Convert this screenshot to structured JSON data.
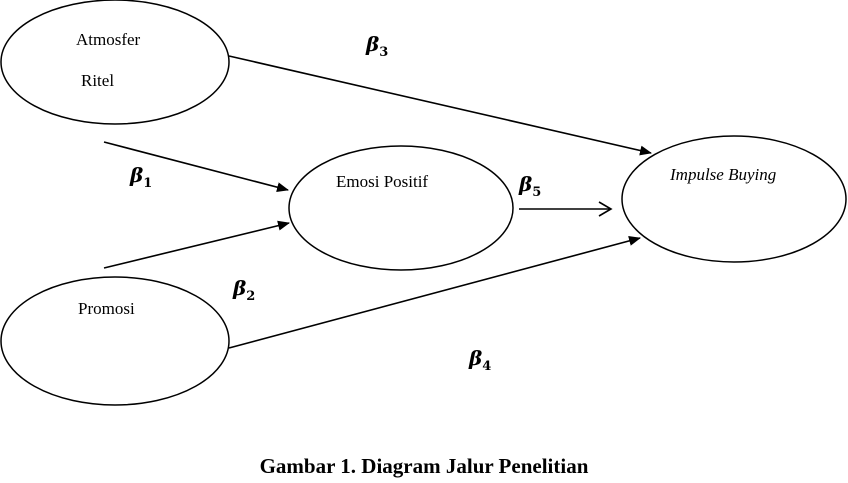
{
  "nodes": {
    "atmosfer_ritel": {
      "line1": "Atmosfer",
      "line2": "Ritel"
    },
    "promosi": {
      "label": "Promosi"
    },
    "emosi_positif": {
      "label": "Emosi Positif"
    },
    "impulse_buying": {
      "label": "Impulse Buying"
    }
  },
  "paths": {
    "b1": {
      "symbol": "β",
      "sub": "1"
    },
    "b2": {
      "symbol": "β",
      "sub": "2"
    },
    "b3": {
      "symbol": "β",
      "sub": "3"
    },
    "b4": {
      "symbol": "β",
      "sub": "4"
    },
    "b5": {
      "symbol": "β",
      "sub": "5"
    }
  },
  "caption": "Gambar 1. Diagram Jalur Penelitian"
}
